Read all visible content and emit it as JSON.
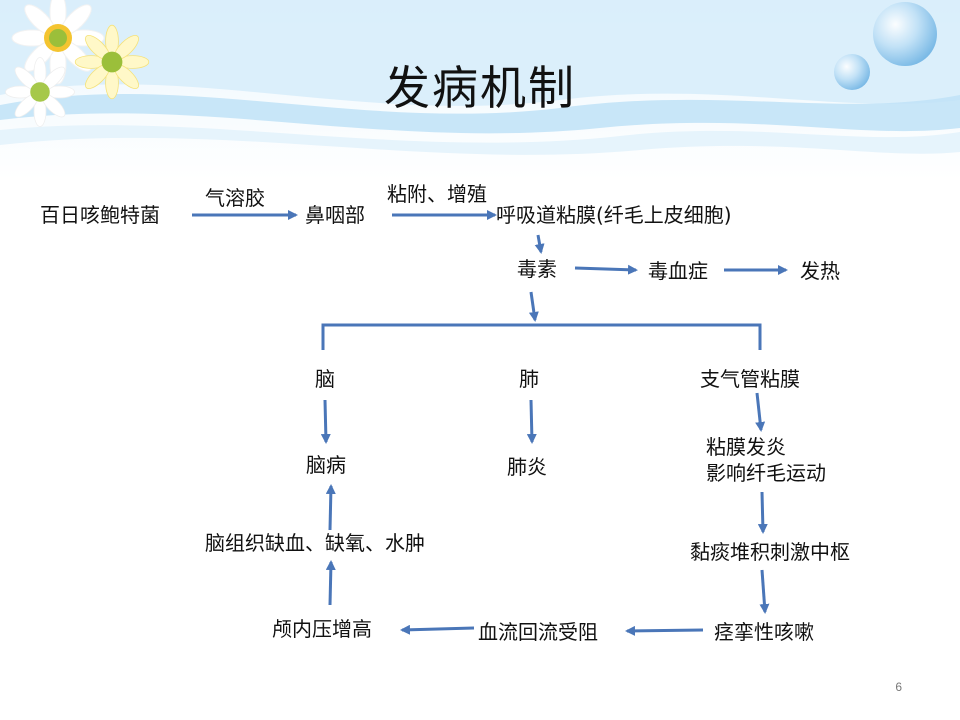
{
  "slide": {
    "title": "发病机制",
    "page_number": "6"
  },
  "nodes": {
    "pertussis": "百日咳鲍特菌",
    "nasopharynx": "鼻咽部",
    "respiratory_mucosa": "呼吸道粘膜(纤毛上皮细胞)",
    "toxin": "毒素",
    "toxemia": "毒血症",
    "fever": "发热",
    "brain": "脑",
    "lung": "肺",
    "bronchial_mucosa": "支气管粘膜",
    "encephalopathy": "脑病",
    "pneumonia": "肺炎",
    "mucosal_inflammation_1": "粘膜发炎",
    "mucosal_inflammation_2": "影响纤毛运动",
    "sputum_stimulation": "黏痰堆积刺激中枢",
    "brain_tissue": "脑组织缺血、缺氧、水肿",
    "paroxysmal_cough": "痉挛性咳嗽",
    "blood_flow": "血流回流受阻",
    "intracranial_pressure": "颅内压增高"
  },
  "edge_labels": {
    "aerosol": "气溶胶",
    "adhesion": "粘附、增殖"
  },
  "colors": {
    "arrow": "#4a76b8",
    "banner_light": "#d6ecfa",
    "banner_mid": "#a9d3f0"
  }
}
